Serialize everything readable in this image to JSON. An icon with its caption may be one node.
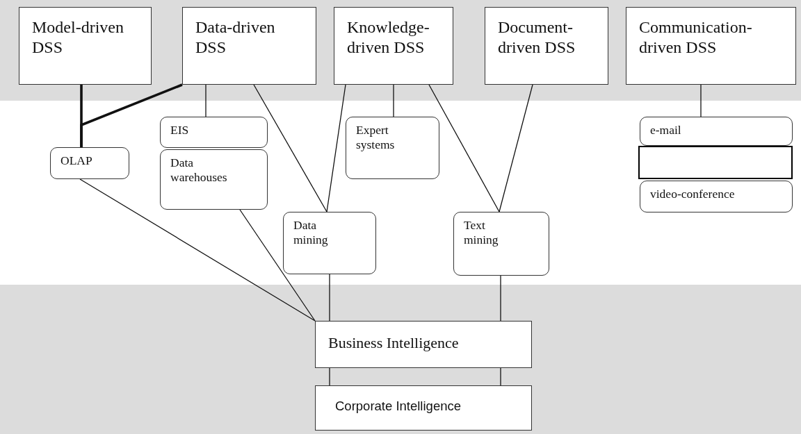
{
  "diagram": {
    "nodes": [
      {
        "text": [
          "Model-driven DSS"
        ]
      },
      {
        "text": [
          "Data-driven DSS"
        ]
      },
      {
        "text": [
          "Knowledge-driven DSS"
        ]
      },
      {
        "text": [
          "Document-driven DSS"
        ]
      },
      {
        "text": [
          "Communication-driven DSS"
        ]
      },
      {
        "text": [
          "OLAP"
        ]
      },
      {
        "text": [
          "EIS"
        ]
      },
      {
        "text": [
          "Data warehouses"
        ]
      },
      {
        "text": [
          "Expert systems"
        ]
      },
      {
        "text": [
          "Data mining"
        ]
      },
      {
        "text": [
          "Text mining"
        ]
      },
      {
        "text": [
          "e-mail"
        ]
      },
      {
        "text": [],
        "shape": "box"
      },
      {
        "text": [
          "video-conference"
        ]
      },
      {
        "text": [
          "Business Intelligence"
        ]
      },
      {
        "text": [
          "Corporate Intelligence"
        ]
      }
    ],
    "edges": [
      {
        "from": 0,
        "to": 5,
        "arrow": "none",
        "style": "thick"
      },
      {
        "from": 1,
        "to": 5,
        "arrow": "none",
        "style": "thick"
      },
      {
        "from": 1,
        "to": 6,
        "arrow": "none"
      },
      {
        "from": 1,
        "to": 9,
        "arrow": "none"
      },
      {
        "from": 2,
        "to": 9,
        "arrow": "none"
      },
      {
        "from": 2,
        "to": 8,
        "arrow": "none"
      },
      {
        "from": 2,
        "to": 10,
        "arrow": "none"
      },
      {
        "from": 3,
        "to": 10,
        "arrow": "none"
      },
      {
        "from": 4,
        "to": 11,
        "arrow": "none"
      },
      {
        "from": 5,
        "to": 14,
        "arrow": "none"
      },
      {
        "from": 7,
        "to": 14,
        "arrow": "none"
      },
      {
        "from": 9,
        "to": 14,
        "arrow": "none"
      },
      {
        "from": 10,
        "to": 14,
        "arrow": "none"
      },
      {
        "from": 14,
        "to": 15,
        "arrow": "none"
      },
      {
        "from": 14,
        "to": 15,
        "arrow": "none"
      }
    ]
  }
}
